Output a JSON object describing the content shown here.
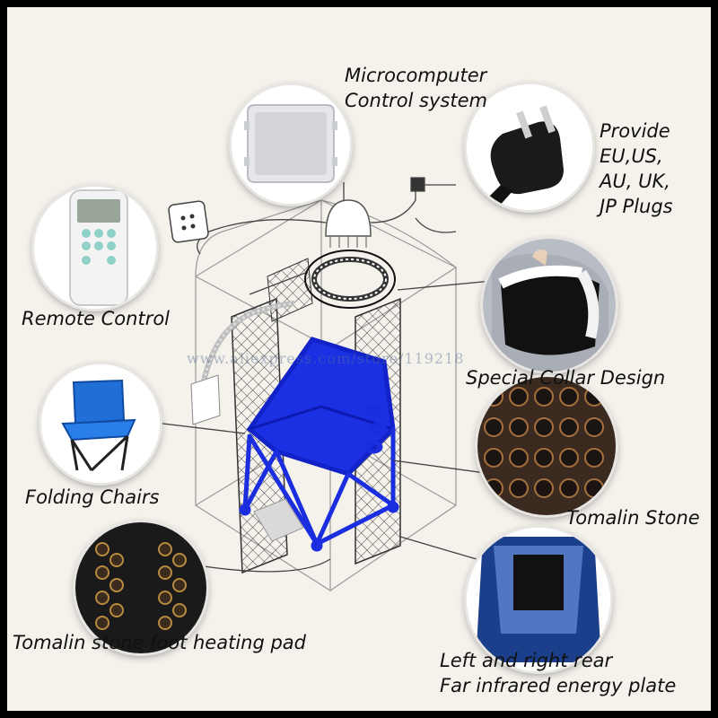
{
  "labels": {
    "control_line1": "Microcomputer",
    "control_line2": "Control system",
    "plugs_line1": "Provide",
    "plugs_line2": "EU,US,",
    "plugs_line3": "AU, UK,",
    "plugs_line4": "JP Plugs",
    "remote": "Remote Control",
    "collar": "Special Collar Design",
    "chairs": "Folding Chairs",
    "stone": "Tomalin Stone",
    "footpad": "Tomalin stone foot heating pad",
    "plate_line1": "Left and right rear",
    "plate_line2": "Far infrared energy plate"
  },
  "watermark": "www.aliexpress.com/store/119218",
  "colors": {
    "background": "#f5f2ec",
    "chair_blue": "#1a2ee0",
    "line": "#555555",
    "tent_outline": "#9a9a9a"
  },
  "icons": {
    "controller": "controller-box-icon",
    "plug": "power-plug-icon",
    "remote": "remote-control-icon",
    "collar": "collar-icon",
    "chair": "folding-chair-icon",
    "stone": "tourmaline-stone-icon",
    "footpad": "foot-pad-icon",
    "plate": "energy-plate-icon"
  }
}
